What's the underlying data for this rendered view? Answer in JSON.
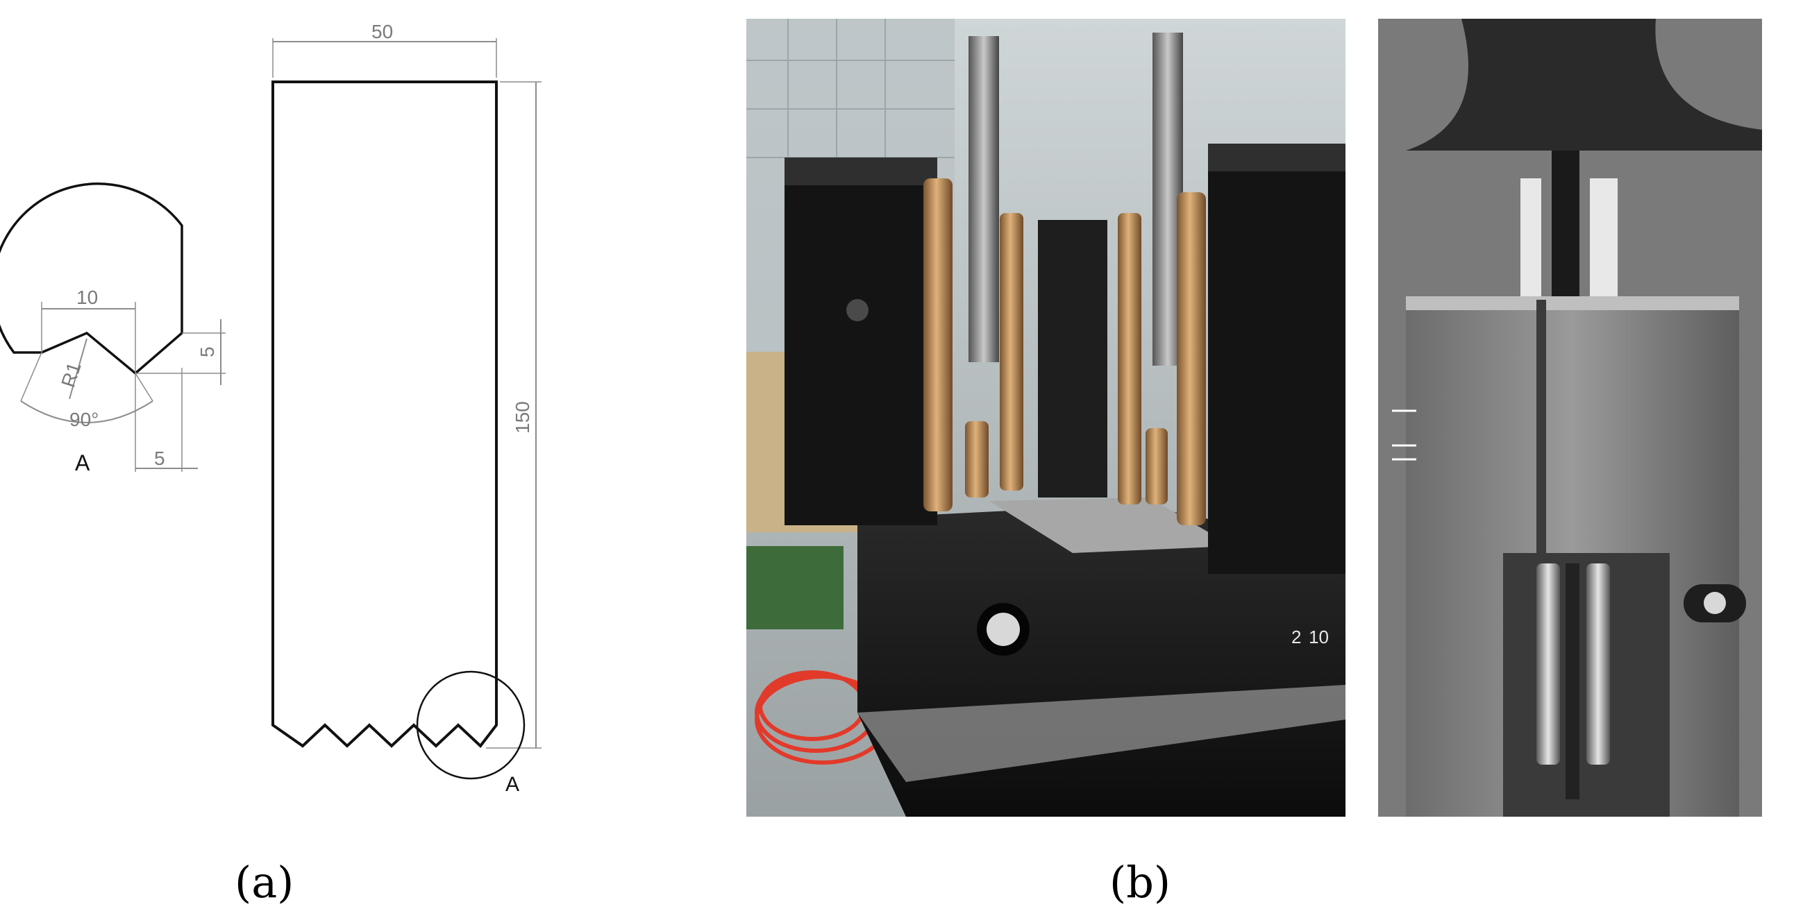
{
  "drawing": {
    "detail": {
      "dim_width": "10",
      "dim_depth": "5",
      "dim_offset": "5",
      "radius": "R1",
      "angle": "90°",
      "label": "A"
    },
    "specimen": {
      "dim_width": "50",
      "dim_height": "150",
      "detail_label": "A"
    }
  },
  "captions": {
    "a": "(a)",
    "b": "(b)"
  },
  "photo_right": {
    "scale_left": "2",
    "scale_right": "10"
  },
  "colors": {
    "line": "#111111",
    "dim": "#8c8c8c",
    "fixture_black": "#141414",
    "brass": "#b8864f",
    "red_cable": "#e23a2a"
  }
}
